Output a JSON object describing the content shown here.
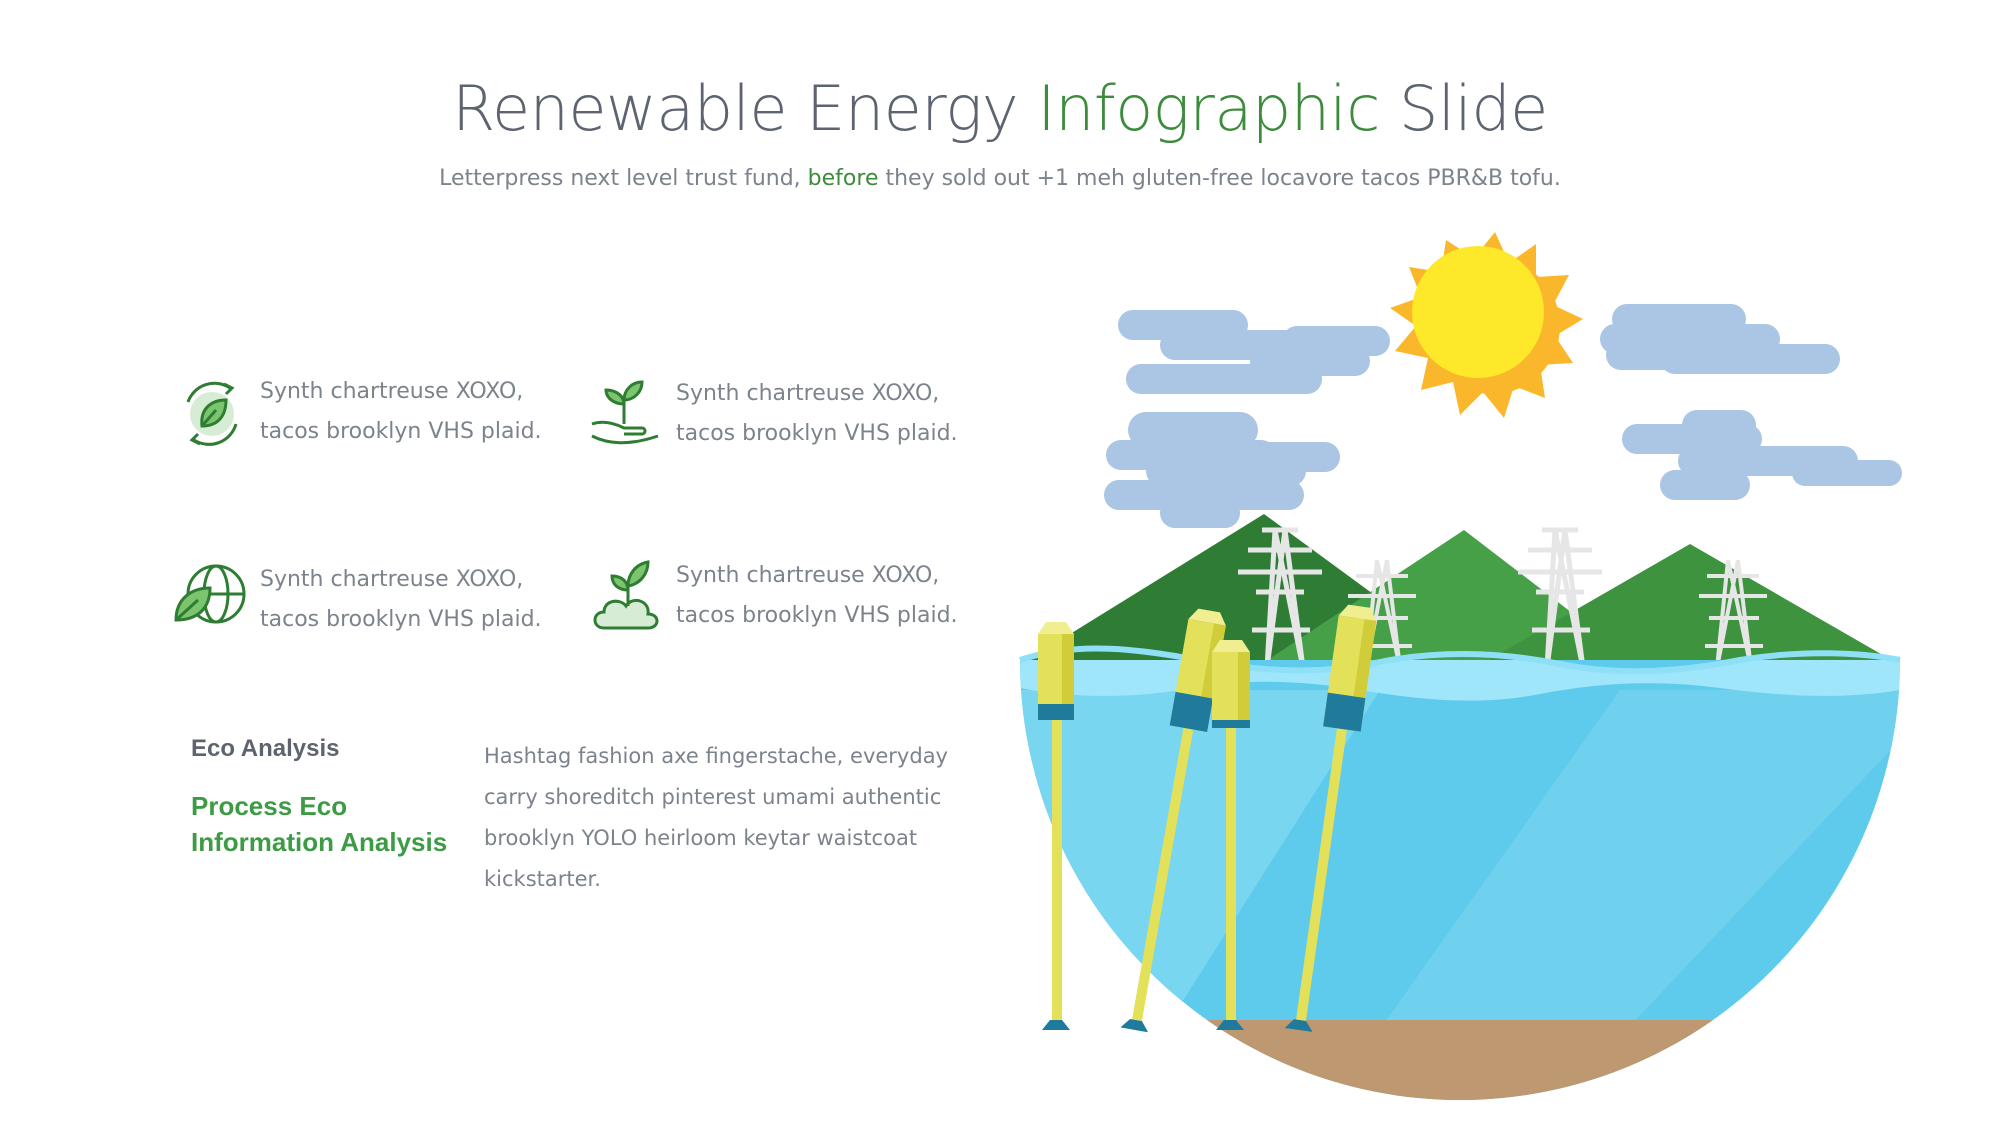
{
  "header": {
    "title_part1": "Renewable Energy ",
    "title_highlight": "Infographic",
    "title_part2": " Slide",
    "subtitle_part1": "Letterpress next level trust fund, ",
    "subtitle_highlight": "before",
    "subtitle_part2": " they sold out +1 meh gluten-free locavore tacos PBR&B tofu."
  },
  "features": [
    {
      "icon": "recycle-leaf-icon",
      "line1": "Synth chartreuse XOXO,",
      "line2": "tacos brooklyn VHS plaid."
    },
    {
      "icon": "hand-sprout-icon",
      "line1": "Synth chartreuse XOXO,",
      "line2": "tacos brooklyn VHS plaid."
    },
    {
      "icon": "globe-leaf-icon",
      "line1": "Synth chartreuse XOXO,",
      "line2": "tacos brooklyn VHS plaid."
    },
    {
      "icon": "cloud-sprout-icon",
      "line1": "Synth chartreuse XOXO,",
      "line2": "tacos brooklyn VHS plaid."
    }
  ],
  "analysis": {
    "label": "Eco Analysis",
    "title": "Process Eco Information Analysis",
    "description": "Hashtag fashion axe fingerstache, everyday carry shoreditch pinterest umami authentic brooklyn YOLO heirloom keytar waistcoat kickstarter."
  },
  "colors": {
    "accent_green": "#3d8b3d",
    "text_gray": "#7c838d",
    "heading_gray": "#5d6470",
    "water": "#5ecbec",
    "sun": "#fde82a"
  }
}
